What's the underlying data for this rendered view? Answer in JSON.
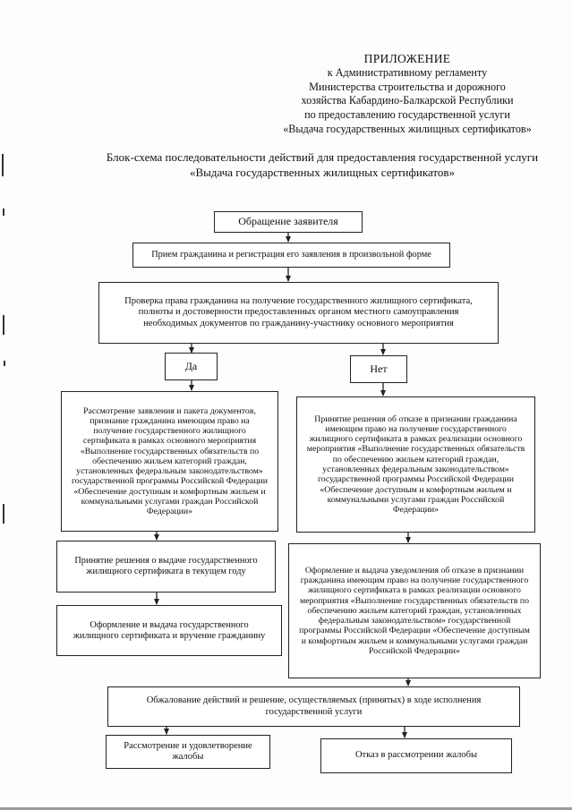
{
  "appendix": {
    "heading": "ПРИЛОЖЕНИЕ",
    "lines": [
      "к Административному регламенту",
      "Министерства строительства и дорожного",
      "хозяйства Кабардино-Балкарской Республики",
      "по предоставлению государственной услуги",
      "«Выдача государственных жилищных сертификатов»"
    ]
  },
  "title": {
    "line1": "Блок-схема последовательности действий для предоставления государственной услуги",
    "line2": "«Выдача государственных жилищных сертификатов»"
  },
  "flowchart": {
    "start": "Обращение заявителя",
    "reception": "Прием гражданина и регистрация его заявления в произвольной форме",
    "verification": "Проверка права гражданина на получение государственного жилищного сертификата, полноты и достоверности предоставленных органом местного самоуправления необходимых документов по гражданину-участнику основного мероприятия",
    "yes": "Да",
    "no": "Нет",
    "yes_review": "Рассмотрение заявления и пакета документов, признание гражданина имеющим право на получение государственного жилищного сертификата в рамках основного мероприятия «Выполнение государственных обязательств по обеспечению жильем категорий граждан, установленных федеральным законодательством» государственной программы Российской Федерации «Обеспечение доступным и комфортным жильем и коммунальными услугами граждан Российской Федерации»",
    "no_refusal": "Принятие решения об отказе в признании гражданина имеющим право на получение государственного жилищного сертификата в рамках реализации основного мероприятия «Выполнение государственных обязательств по обеспечению жильем категорий граждан, установленных федеральным законодательством» государственной программы Российской Федерации «Обеспечение доступным и комфортным жильем и коммунальными услугами граждан Российской Федерации»",
    "yes_decision": "Принятие решения о выдаче государственного жилищного сертификата в текущем году",
    "yes_issue": "Оформление и выдача государственного жилищного сертификата и вручение гражданину",
    "no_notice": "Оформление и выдача уведомления об отказе в признании гражданина имеющим право на получение государственного жилищного сертификата в рамках реализации основного мероприятия «Выполнение государственных обязательств по обеспечению жильем категорий граждан, установленных федеральным законодательством» государственной программы Российской Федерации «Обеспечение доступным и комфортным жильем и коммунальными услугами граждан Российской Федерации»",
    "appeal": "Обжалование действий и решение, осуществляемых (принятых) в ходе исполнения государственной услуги",
    "appeal_satisfied": "Рассмотрение и удовлетворение жалобы",
    "appeal_rejected": "Отказ в рассмотрении жалобы"
  }
}
